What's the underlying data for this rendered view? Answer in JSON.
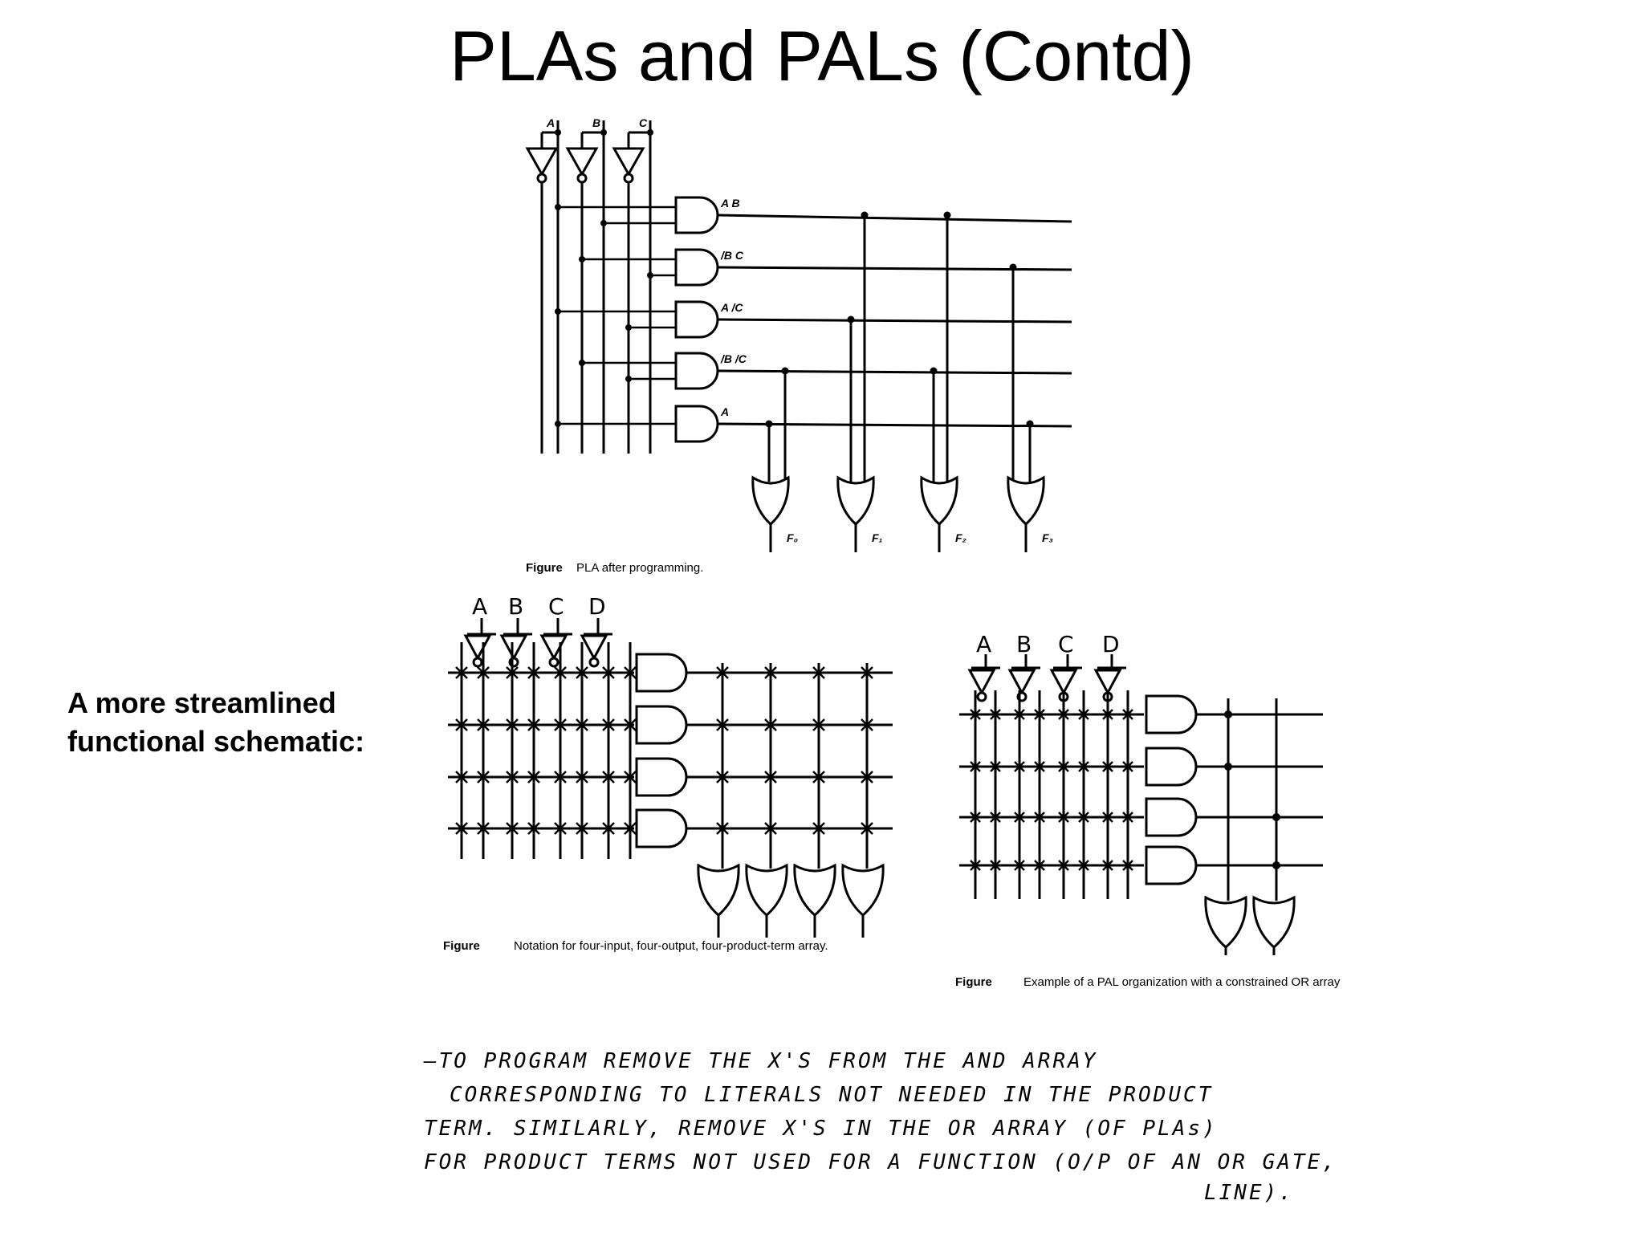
{
  "slide": {
    "title": "PLAs and PALs (Contd)",
    "side_text": [
      "A more streamlined",
      "functional schematic:"
    ]
  },
  "pla": {
    "inputs": [
      "A",
      "B",
      "C"
    ],
    "product_terms": [
      "A B",
      "/B C",
      "A /C",
      "/B /C",
      "A"
    ],
    "outputs": [
      "F₀",
      "F₁",
      "F₂",
      "F₃"
    ],
    "caption_label": "Figure",
    "caption_text": "PLA after programming."
  },
  "array4": {
    "inputs": [
      "A",
      "B",
      "C",
      "D"
    ],
    "caption_label": "Figure",
    "caption_text": "Notation for four-input, four-output, four-product-term array."
  },
  "pal": {
    "inputs": [
      "A",
      "B",
      "C",
      "D"
    ],
    "caption_label": "Figure",
    "caption_text": "Example of a PAL organization with a constrained OR array"
  },
  "notes": {
    "lines": [
      "—TO  PROGRAM  REMOVE  THE  X'S  FROM  THE  AND  ARRAY",
      "CORRESPONDING  TO  LITERALS  NOT  NEEDED  IN  THE  PRODUCT",
      "TERM.  SIMILARLY,  REMOVE  X'S  IN  THE  OR  ARRAY  (OF PLAs)",
      "FOR  PRODUCT  TERMS  NOT  USED  FOR  A  FUNCTION  (O/P OF AN OR GATE,",
      "LINE)."
    ]
  }
}
